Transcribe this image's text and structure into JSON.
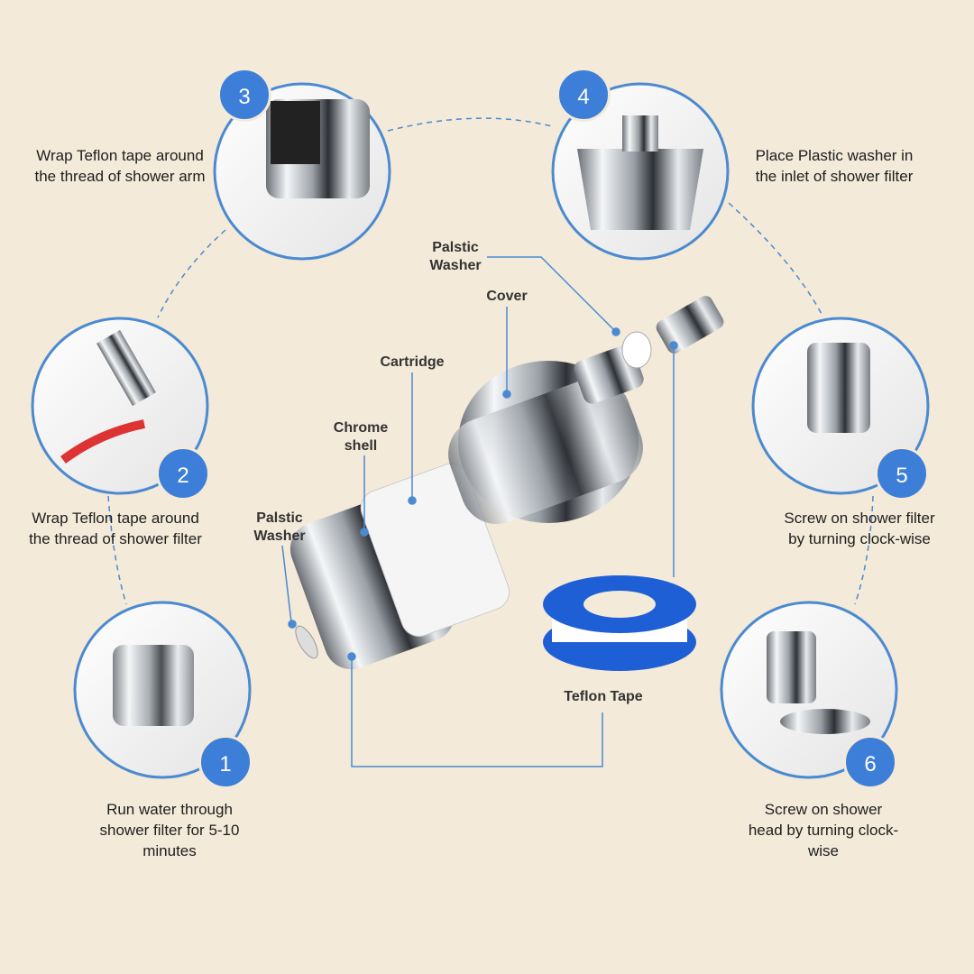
{
  "steps": [
    {
      "number": "1",
      "text": "Run water through shower filter for 5-10 minutes"
    },
    {
      "number": "2",
      "text": "Wrap Teflon tape around the thread of shower filter"
    },
    {
      "number": "3",
      "text": "Wrap Teflon tape around the thread of shower arm"
    },
    {
      "number": "4",
      "text": "Place Plastic washer in the inlet of shower filter"
    },
    {
      "number": "5",
      "text": "Screw on shower filter by turning clock-wise"
    },
    {
      "number": "6",
      "text": "Screw on shower head by turning clock-wise"
    }
  ],
  "parts": {
    "washer_top": "Palstic Washer",
    "cover": "Cover",
    "cartridge": "Cartridge",
    "chrome_shell": "Chrome shell",
    "washer_bottom": "Palstic Washer",
    "teflon_tape": "Teflon Tape"
  },
  "colors": {
    "background": "#f3ead9",
    "accent": "#3d7fd8",
    "ring": "#4b8ad0",
    "tape": "#1f5fd6"
  }
}
